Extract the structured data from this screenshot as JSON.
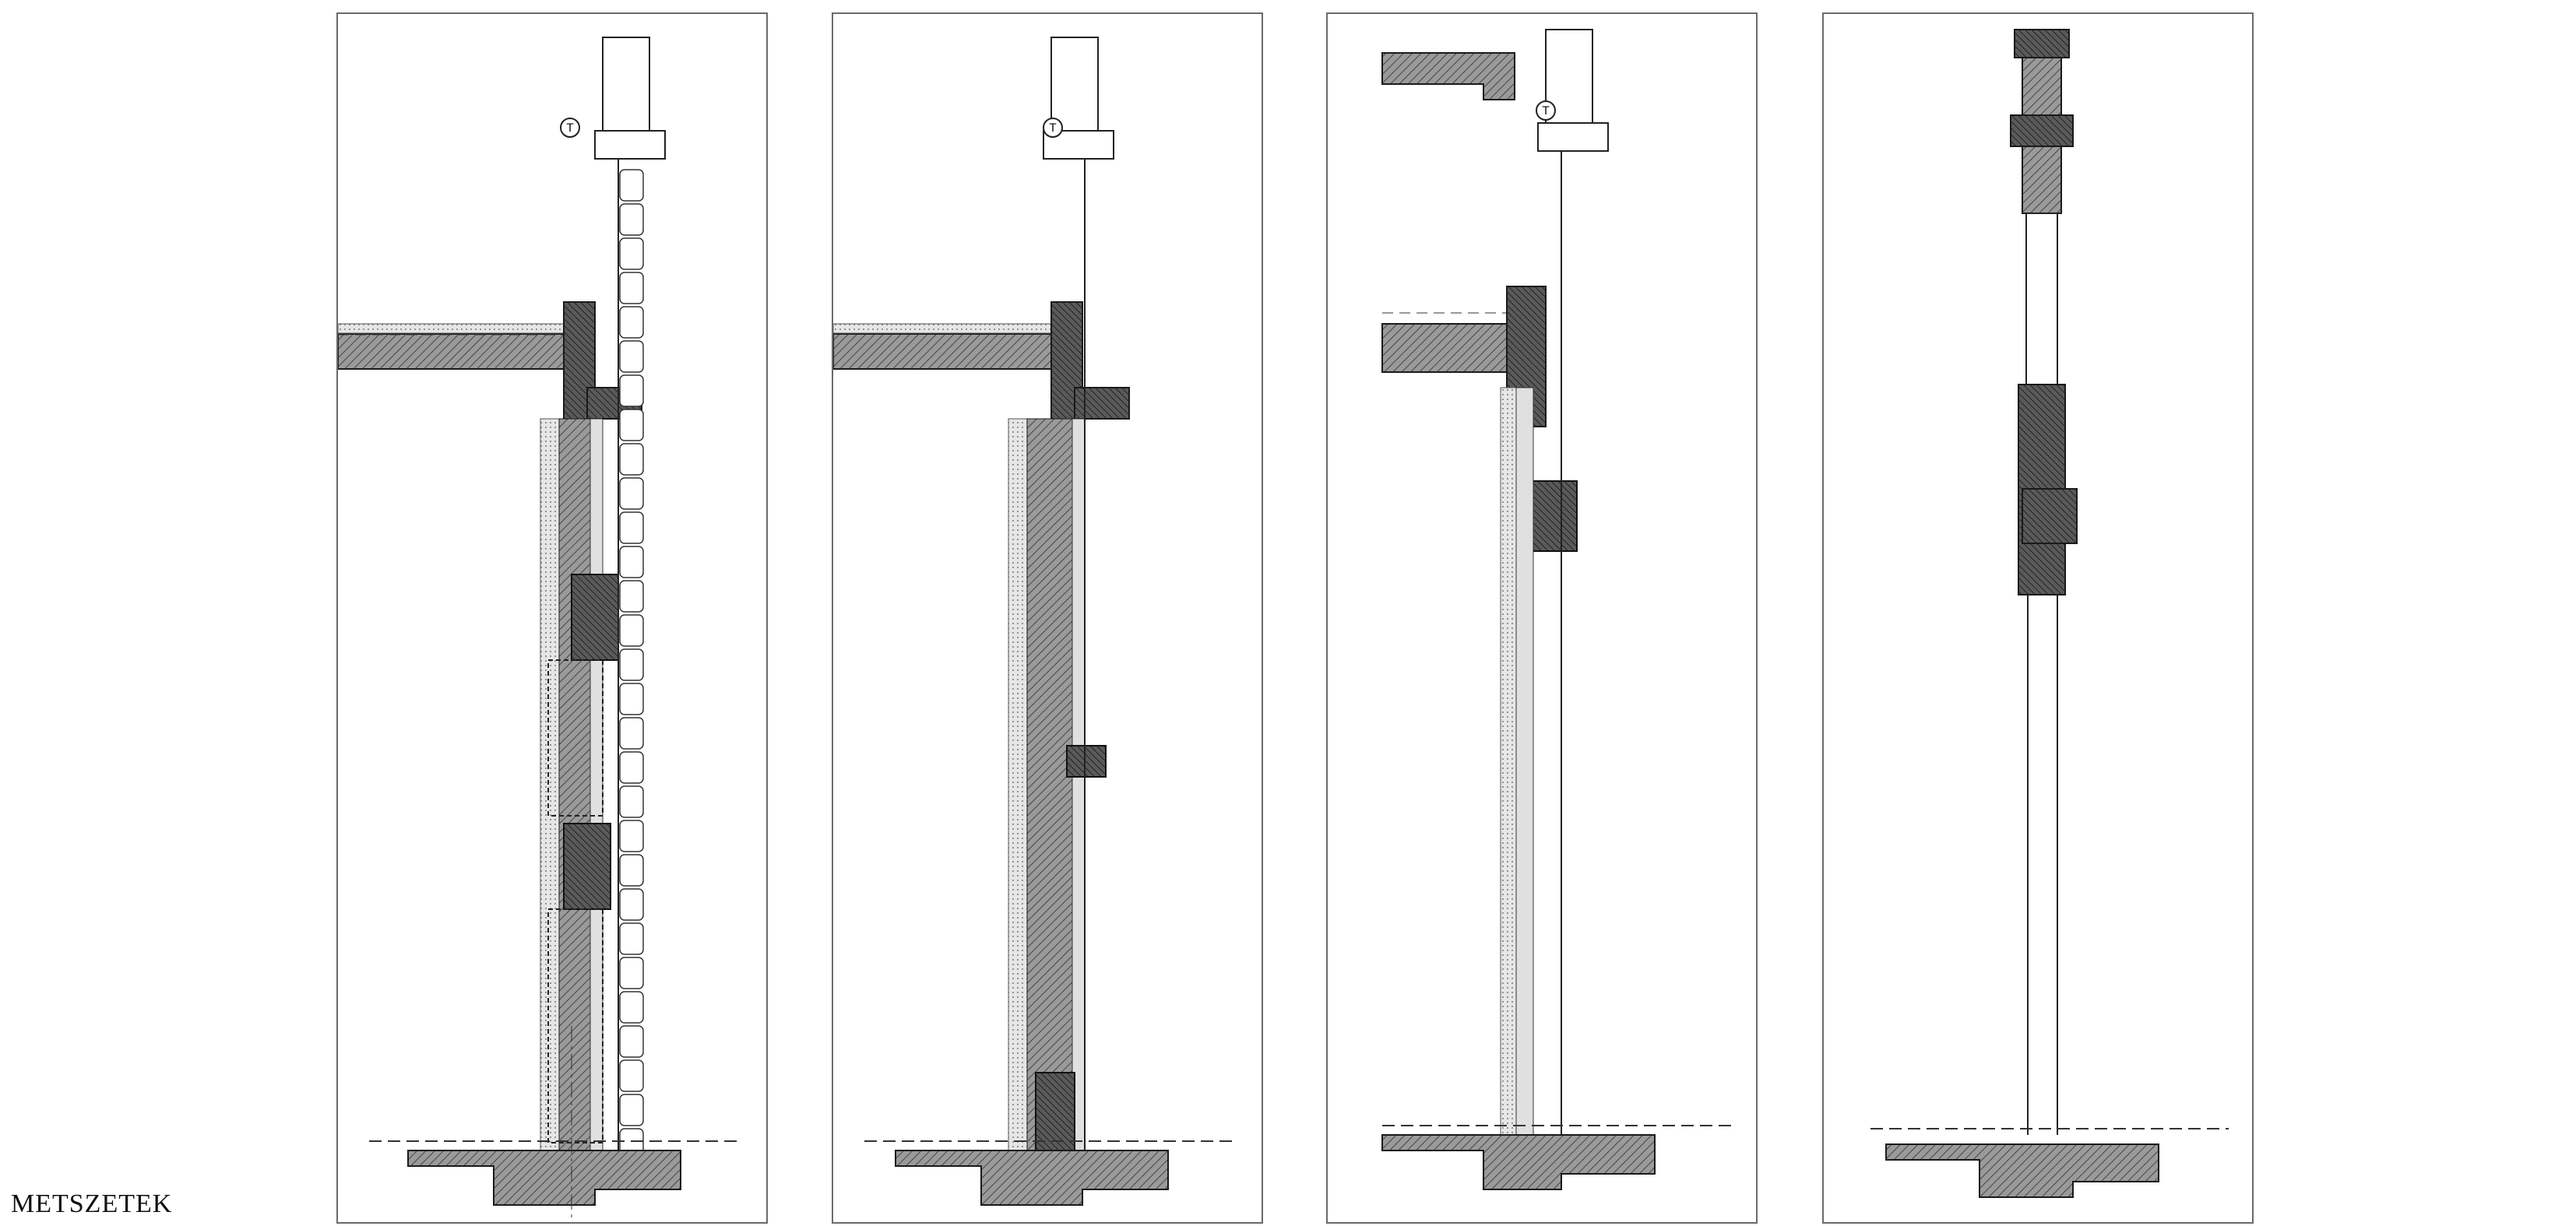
{
  "drawing": {
    "title": "METSZETEK",
    "level_marker": "T",
    "sections": [
      {
        "id": "section-1",
        "slab": "roof",
        "windows": 2
      },
      {
        "id": "section-2",
        "slab": "roof",
        "windows": 0
      },
      {
        "id": "section-3",
        "slab": "cantilever",
        "windows": 1
      },
      {
        "id": "section-4",
        "slab": "none",
        "windows": 2
      }
    ]
  },
  "colors": {
    "frame": "#6a6a6a",
    "line": "#1a1a1a",
    "cut_fill": "#3a3a3a",
    "hatch_fill": "#8a8a8a",
    "insulation": "#d8d8d8"
  }
}
